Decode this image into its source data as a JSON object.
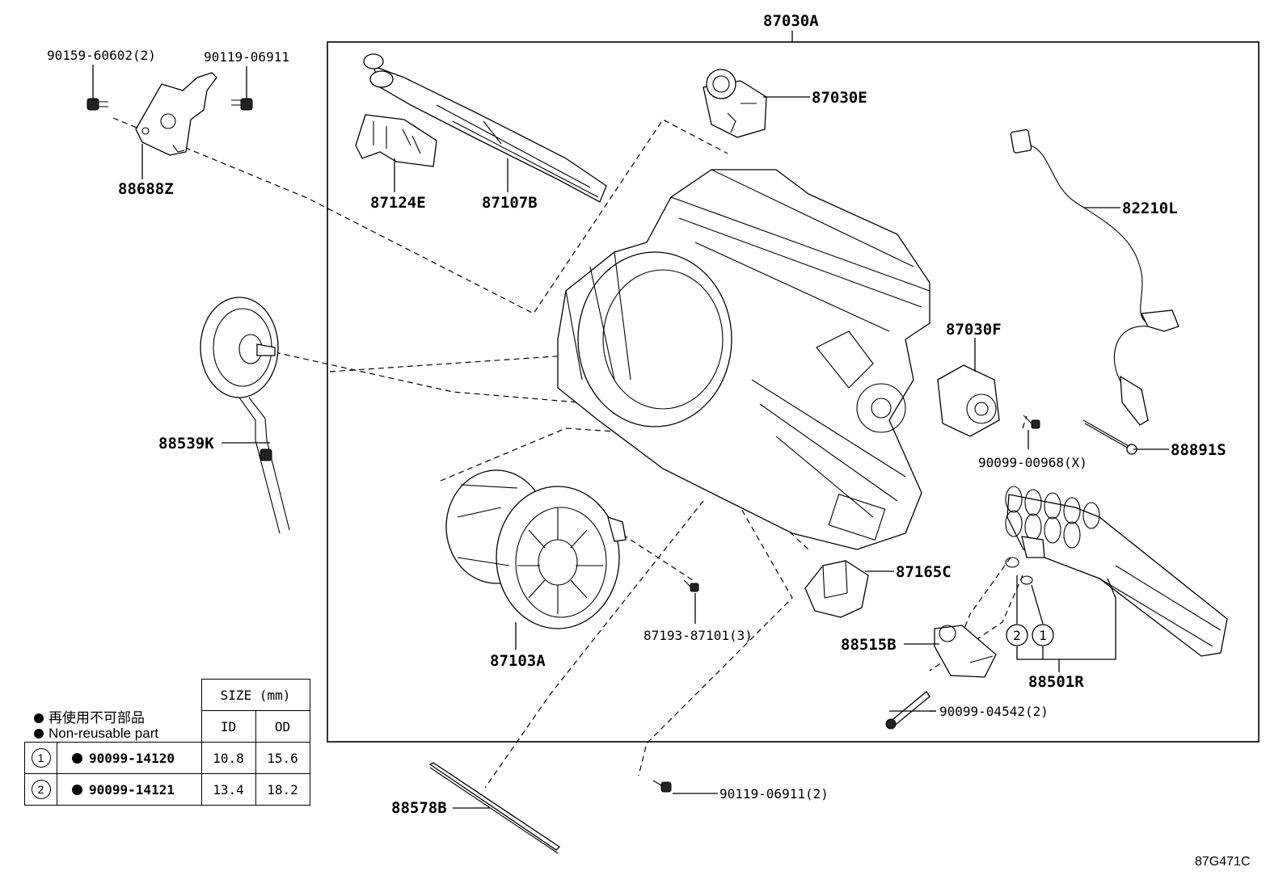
{
  "callouts": {
    "p87030A": "87030A",
    "p90159": "90159-60602(2)",
    "p90119a": "90119-06911",
    "p88688Z": "88688Z",
    "p87124E": "87124E",
    "p87107B": "87107B",
    "p87030E": "87030E",
    "p82210L": "82210L",
    "p88539K": "88539K",
    "p87030F": "87030F",
    "p90099_00968": "90099-00968(X)",
    "p88891S": "88891S",
    "p87165C": "87165C",
    "p87193": "87193-87101(3)",
    "p87103A": "87103A",
    "p88515B": "88515B",
    "p88501R": "88501R",
    "p90099_04542": "90099-04542(2)",
    "p88578B": "88578B",
    "p90119b": "90119-06911(2)",
    "circle1": "1",
    "circle2": "2"
  },
  "legend": {
    "note_jp": "再使用不可部品",
    "note_en": "Non-reusable part",
    "size_header": "SIZE (mm)",
    "col_id": "ID",
    "col_od": "OD",
    "rows": [
      {
        "mark": "1",
        "part": "90099-14120",
        "id": "10.8",
        "od": "15.6"
      },
      {
        "mark": "2",
        "part": "90099-14121",
        "id": "13.4",
        "od": "18.2"
      }
    ]
  },
  "diagram_code": "87G471C"
}
